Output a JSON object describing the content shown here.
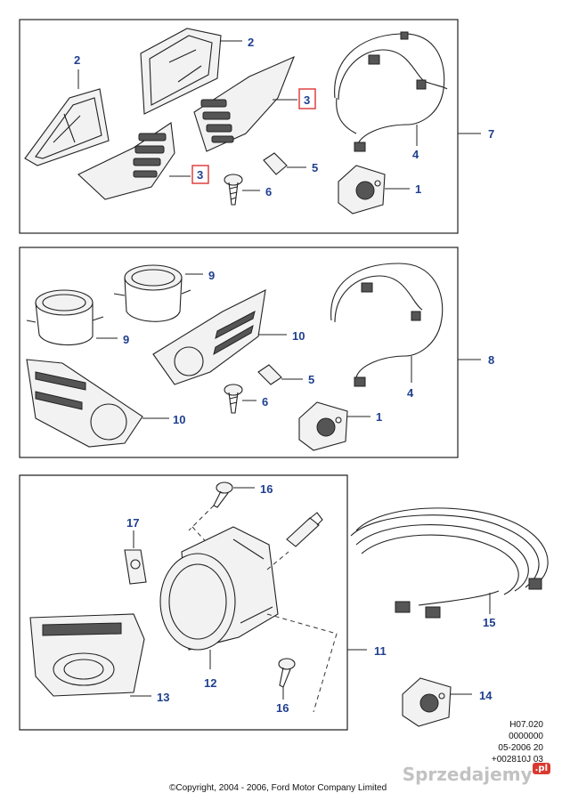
{
  "callouts": {
    "p1": {
      "c2a": "2",
      "c2b": "2",
      "c3a": "3",
      "c3b": "3",
      "c4": "4",
      "c5": "5",
      "c6": "6",
      "c1": "1",
      "c7": "7"
    },
    "p2": {
      "c9a": "9",
      "c9b": "9",
      "c10a": "10",
      "c10b": "10",
      "c4": "4",
      "c5": "5",
      "c6": "6",
      "c1": "1",
      "c8": "8"
    },
    "p3": {
      "c16a": "16",
      "c16b": "16",
      "c17": "17",
      "c13": "13",
      "c12": "12",
      "c11": "11",
      "c14": "14",
      "c15": "15"
    }
  },
  "drawing_code": {
    "line1": "H07.020",
    "line2": "0000000",
    "line3": "05-2006 20",
    "line4": "+002810J 03"
  },
  "copyright": "©Copyright, 2004 - 2006, Ford Motor Company Limited",
  "watermark": {
    "brand": "Sprzedajemy",
    "suffix": ".pl"
  },
  "colors": {
    "label": "#1f3f8f",
    "highlight_box": "#dd3333"
  }
}
